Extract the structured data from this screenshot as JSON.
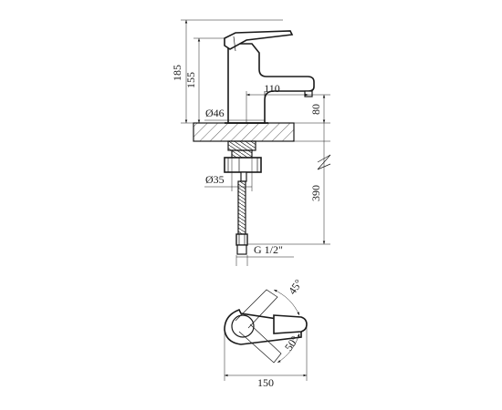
{
  "dimensions": {
    "overall_height": "185",
    "body_height": "155",
    "spout_reach": "110",
    "spout_height": "80",
    "base_diameter": "Ø46",
    "shank_diameter": "Ø35",
    "hose_length": "390",
    "thread": "G 1/2\"",
    "width": "150",
    "angle_top": "45°",
    "angle_bottom": "50°"
  }
}
